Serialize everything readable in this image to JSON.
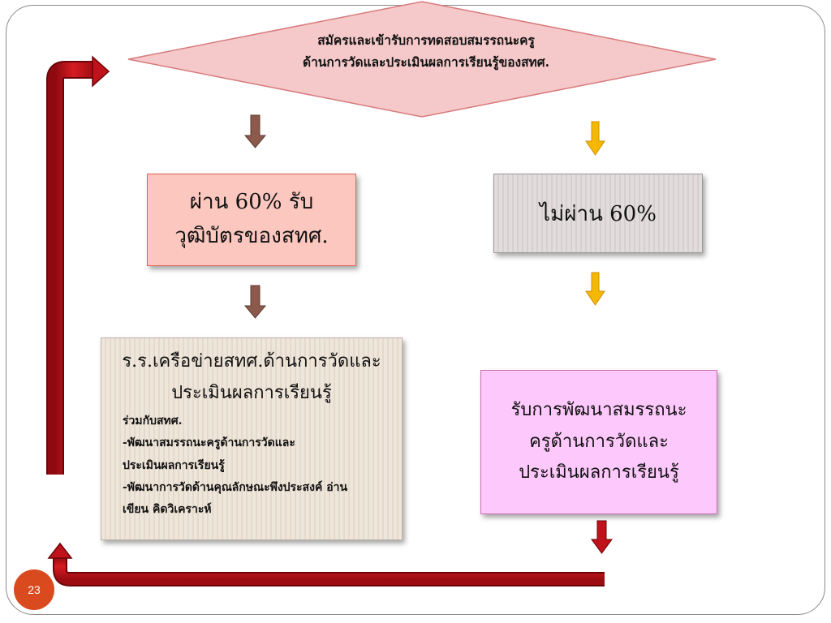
{
  "diagram": {
    "decision": {
      "line1": "สมัครและเข้ารับการทดสอบสมรรถนะครู",
      "line2": "ด้านการวัดและประเมินผลการเรียนรู้ของสทศ."
    },
    "pass_box": {
      "line1": "ผ่าน 60% รับ",
      "line2": "วุฒิบัตรของสทศ."
    },
    "fail_box": {
      "text": "ไม่ผ่าน 60%"
    },
    "network_box": {
      "line1": "ร.ร.เครือข่ายสทศ.ด้านการวัดและ",
      "line2": "ประเมินผลการเรียนรู้",
      "details": [
        "ร่วมกับสทศ.",
        "-พัฒนาสมรรถนะครูด้านการวัดและ",
        "ประเมินผลการเรียนรู้",
        "-พัฒนาการวัดด้านคุณลักษณะพึงประสงค์ อ่าน",
        "เขียน คิดวิเคราะห์"
      ]
    },
    "development_box": {
      "line1": "รับการพัฒนาสมรรถนะ",
      "line2": "ครูด้านการวัดและ",
      "line3": "ประเมินผลการเรียนรู้"
    }
  },
  "page_number": "23",
  "colors": {
    "diamond_fill": "#f5c9ca",
    "diamond_stroke": "#d87a7d",
    "pass_fill": "#fbc7bf",
    "fail_fill": "#e2dcdc",
    "network_fill": "#efe6db",
    "development_fill": "#fdc8fb",
    "arrow_brown": "#8b5a4b",
    "arrow_yellow": "#f5b800",
    "arrow_red": "#c0121a",
    "badge": "#d94a1e"
  }
}
